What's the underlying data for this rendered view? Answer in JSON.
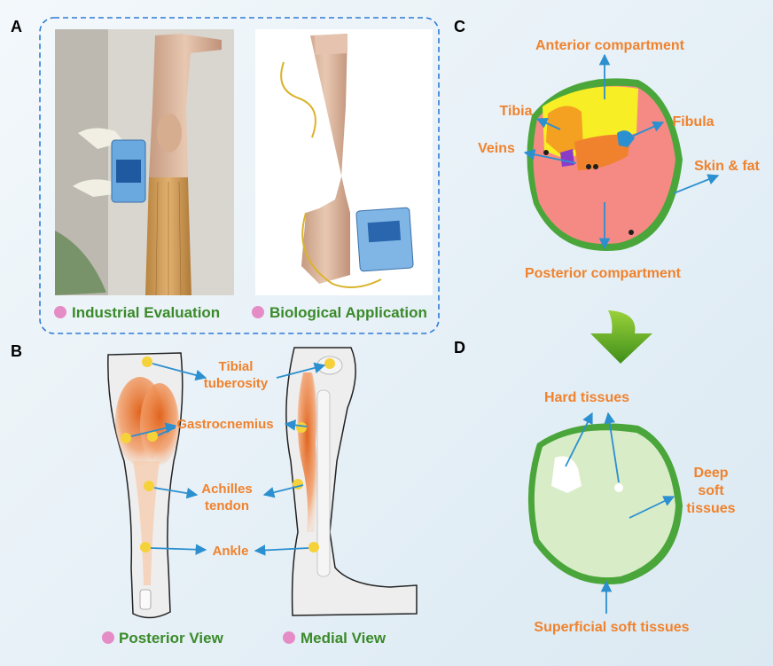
{
  "panels": {
    "a": "A",
    "b": "B",
    "c": "C",
    "d": "D"
  },
  "panel_a": {
    "left_caption": "Industrial Evaluation",
    "right_caption": "Biological Application"
  },
  "panel_b": {
    "tibial_tuberosity": [
      "Tibial",
      "tuberosity"
    ],
    "gastrocnemius": "Gastrocnemius",
    "achilles_tendon": [
      "Achilles",
      "tendon"
    ],
    "ankle": "Ankle",
    "posterior_view": "Posterior View",
    "medial_view": "Medial View"
  },
  "panel_c": {
    "anterior": "Anterior compartment",
    "tibia": "Tibia",
    "fibula": "Fibula",
    "veins": "Veins",
    "skin_fat": "Skin & fat",
    "posterior": "Posterior compartment"
  },
  "panel_d": {
    "hard_tissues": "Hard tissues",
    "deep_soft": [
      "Deep",
      "soft",
      "tissues"
    ],
    "superficial": "Superficial soft tissues"
  },
  "colors": {
    "label_orange": "#f0822d",
    "label_green": "#3a8a2a",
    "arrow_blue": "#2b8fd0",
    "dot_yellow": "#f6d23a",
    "bullet_pink": "#e58cc6"
  }
}
